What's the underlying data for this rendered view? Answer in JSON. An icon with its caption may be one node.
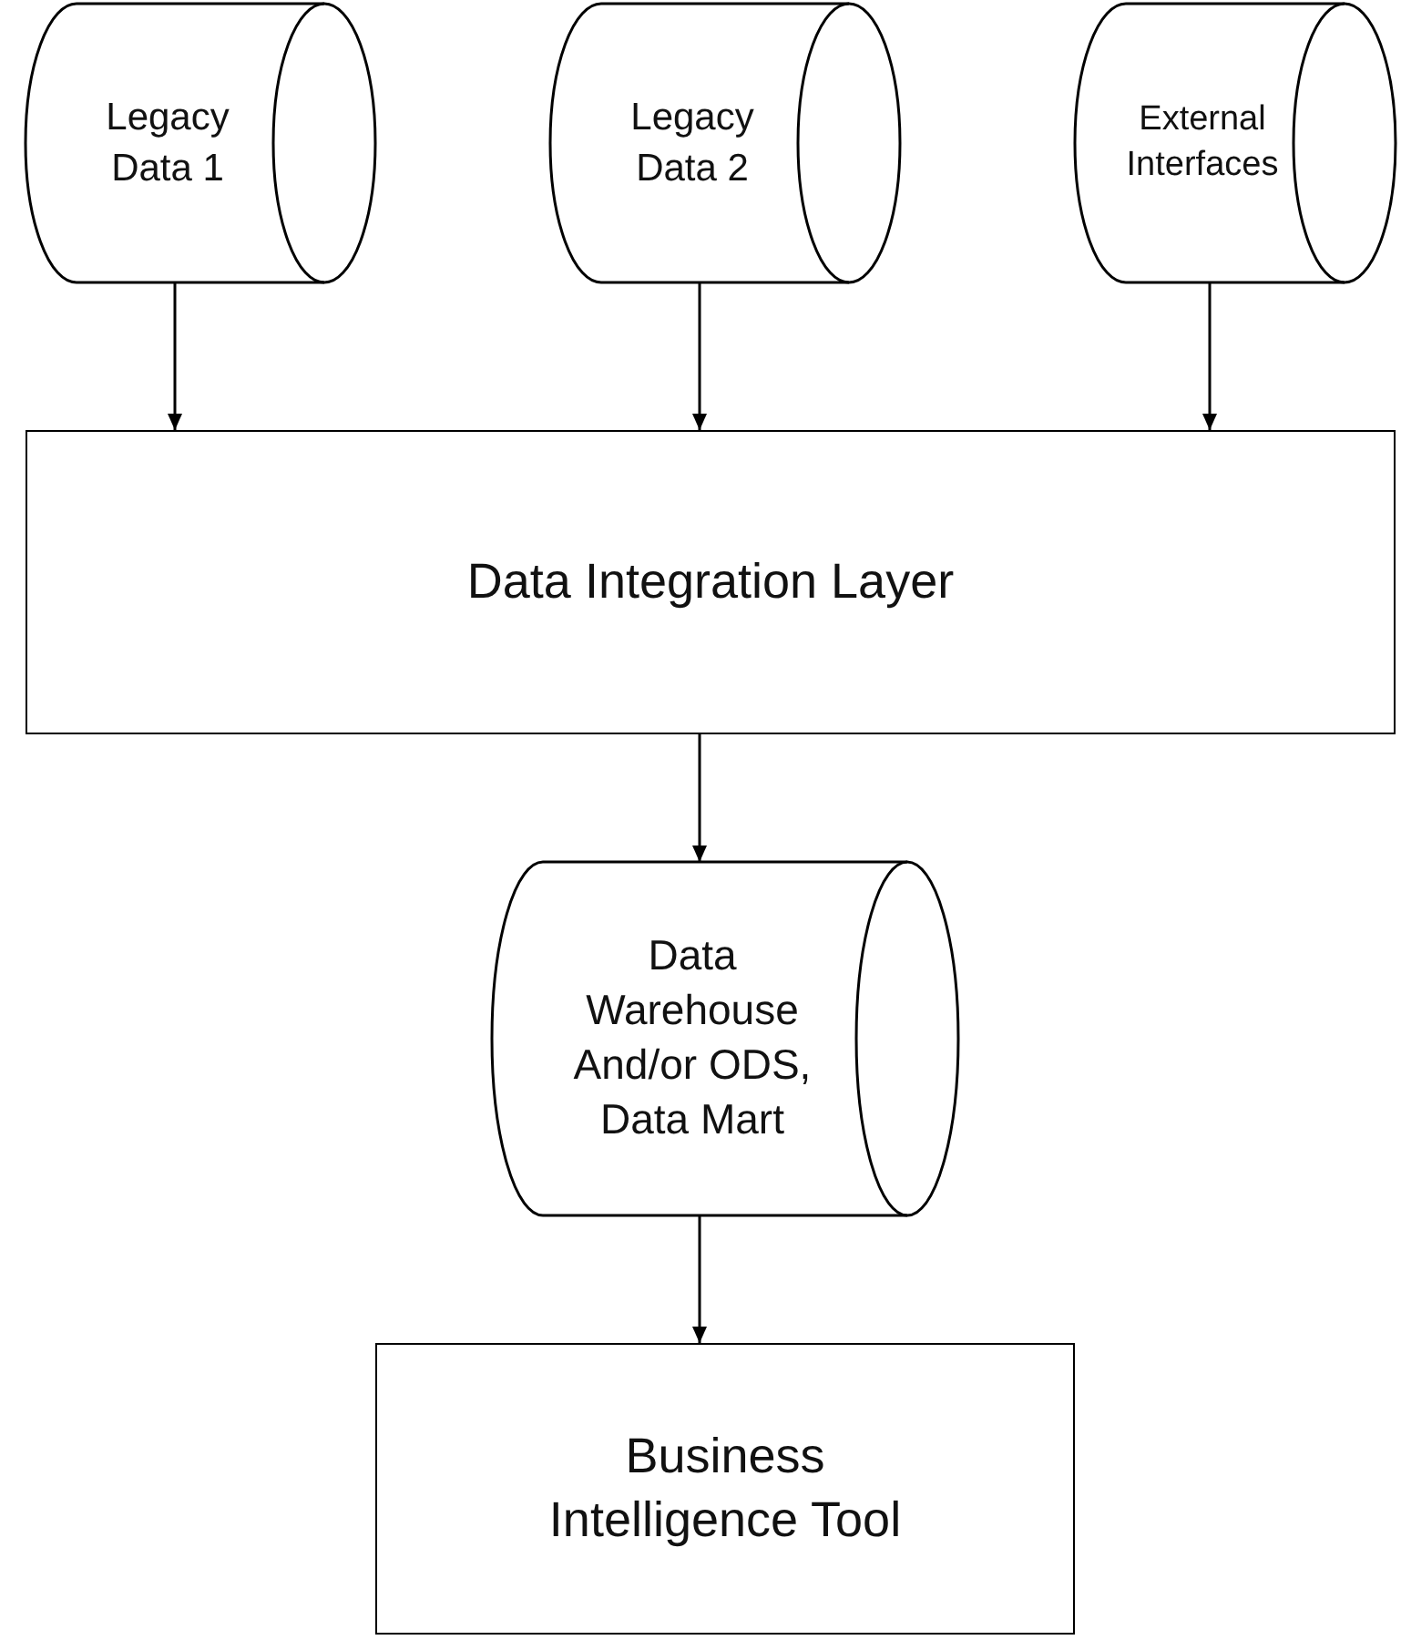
{
  "diagram": {
    "nodes": [
      {
        "text": [
          "Legacy Data 1"
        ]
      },
      {
        "text": [
          "Legacy Data 2"
        ]
      },
      {
        "text": [
          "External Interfaces"
        ]
      },
      {
        "text": [
          "Data Integration Layer"
        ]
      },
      {
        "text": [
          "Data Warehouse And/or ODS, Data Mart"
        ]
      },
      {
        "text": [
          "Business Intelligence Tool"
        ]
      }
    ],
    "edges": [
      {
        "from": 0,
        "to": 3,
        "arrow": "to"
      },
      {
        "from": 1,
        "to": 3,
        "arrow": "to"
      },
      {
        "from": 2,
        "to": 3,
        "arrow": "to"
      },
      {
        "from": 3,
        "to": 4,
        "arrow": "to"
      },
      {
        "from": 4,
        "to": 5,
        "arrow": "to"
      }
    ]
  }
}
